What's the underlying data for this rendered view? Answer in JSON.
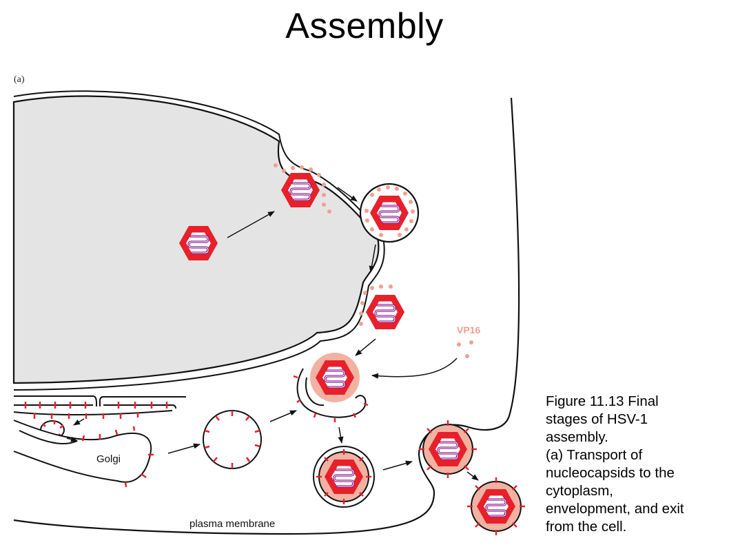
{
  "slide": {
    "title": "Assembly"
  },
  "figure": {
    "panel_label": "(a)",
    "labels": {
      "golgi": "Golgi",
      "plasma_membrane": "plasma membrane",
      "vp16": "VP16"
    },
    "caption_lines": [
      "Figure 11.13 Final",
      "stages of HSV-1",
      "assembly.",
      "(a) Transport of",
      "nucleocapsids to the",
      "cytoplasm,",
      "envelopment, and exit",
      "from the cell."
    ]
  },
  "colors": {
    "capsid_red": "#e8202a",
    "dna_purple": "#8b1a8b",
    "tegument_pink": "#f0a090",
    "nucleus_fill": "#e4e4e4",
    "membrane_black": "#111111"
  }
}
